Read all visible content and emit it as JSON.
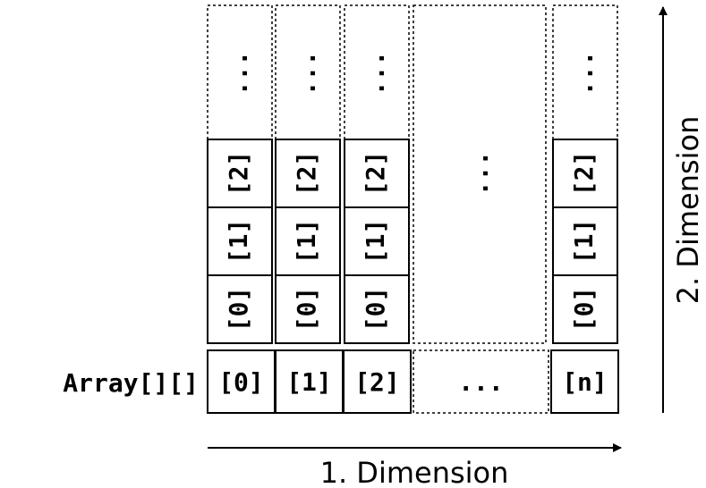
{
  "array_label": "Array[][]",
  "first_dimension": {
    "label": "1. Dimension",
    "cells": [
      "[0]",
      "[1]",
      "[2]",
      "...",
      "[n]"
    ]
  },
  "second_dimension": {
    "label": "2. Dimension",
    "cells": [
      "[0]",
      "[1]",
      "[2]"
    ],
    "more": "...",
    "gap_more": "..."
  },
  "colors": {
    "stroke": "#000000",
    "background": "#ffffff"
  }
}
